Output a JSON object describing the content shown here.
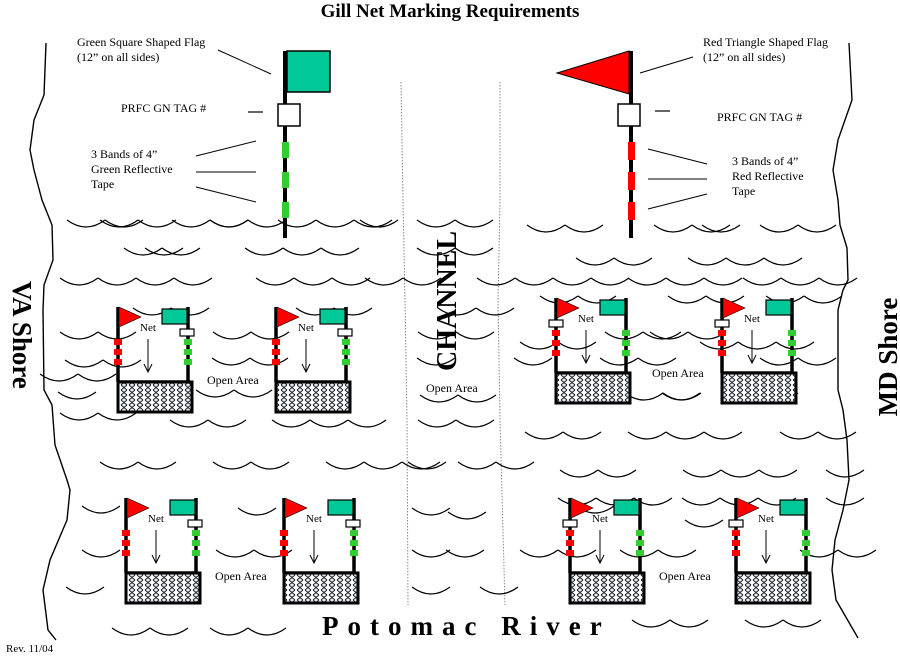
{
  "title": "Gill Net Marking Requirements",
  "colors": {
    "green_flag": "#00C896",
    "red_flag": "#FF0000",
    "green_tape": "#33CC33",
    "red_tape": "#FF0000",
    "pole": "#000000",
    "tag": "#FFFFFF"
  },
  "legend": {
    "green_flag_label_1": "Green Square  Shaped Flag",
    "green_flag_label_2": "(12” on all sides)",
    "red_flag_label_1": "Red Triangle Shaped Flag",
    "red_flag_label_2": "(12” on all sides)",
    "tag_label_left": "PRFC GN TAG #",
    "tag_label_right": "PRFC GN TAG #",
    "green_tape_1": "3 Bands of 4”",
    "green_tape_2": "Green Reflective",
    "green_tape_3": "Tape",
    "red_tape_1": "3 Bands of 4”",
    "red_tape_2": "Red Reflective",
    "red_tape_3": "Tape"
  },
  "regions": {
    "va_shore": "VA Shore",
    "md_shore": "MD Shore",
    "channel": "CHANNEL",
    "river": "Potomac River"
  },
  "nets": [
    {
      "net_label": "Net",
      "side": "VA",
      "row": 1
    },
    {
      "net_label": "Net",
      "side": "VA",
      "row": 1
    },
    {
      "net_label": "Net",
      "side": "MD",
      "row": 1
    },
    {
      "net_label": "Net",
      "side": "MD",
      "row": 1
    },
    {
      "net_label": "Net",
      "side": "VA",
      "row": 2
    },
    {
      "net_label": "Net",
      "side": "VA",
      "row": 2
    },
    {
      "net_label": "Net",
      "side": "MD",
      "row": 2
    },
    {
      "net_label": "Net",
      "side": "MD",
      "row": 2
    }
  ],
  "open_area_labels": [
    "Open Area",
    "Open Area",
    "Open Area",
    "Open Area",
    "Open Area"
  ],
  "revision": "Rev. 11/04"
}
